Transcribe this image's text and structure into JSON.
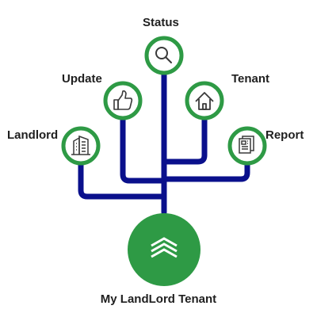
{
  "colors": {
    "connector": "#0a108c",
    "node_ring": "#2e9a45",
    "node_fill": "#ffffff",
    "icon": "#3a3a3a",
    "root_fill": "#2e9a45",
    "root_icon": "#ffffff"
  },
  "root": {
    "label": "My LandLord Tenant",
    "icon": "chevrons-up-icon"
  },
  "branches": [
    {
      "id": "status",
      "label": "Status",
      "icon": "search-icon"
    },
    {
      "id": "update",
      "label": "Update",
      "icon": "thumbs-up-icon"
    },
    {
      "id": "tenant",
      "label": "Tenant",
      "icon": "home-icon"
    },
    {
      "id": "landlord",
      "label": "Landlord",
      "icon": "building-icon"
    },
    {
      "id": "report",
      "label": "Report",
      "icon": "document-icon"
    }
  ]
}
